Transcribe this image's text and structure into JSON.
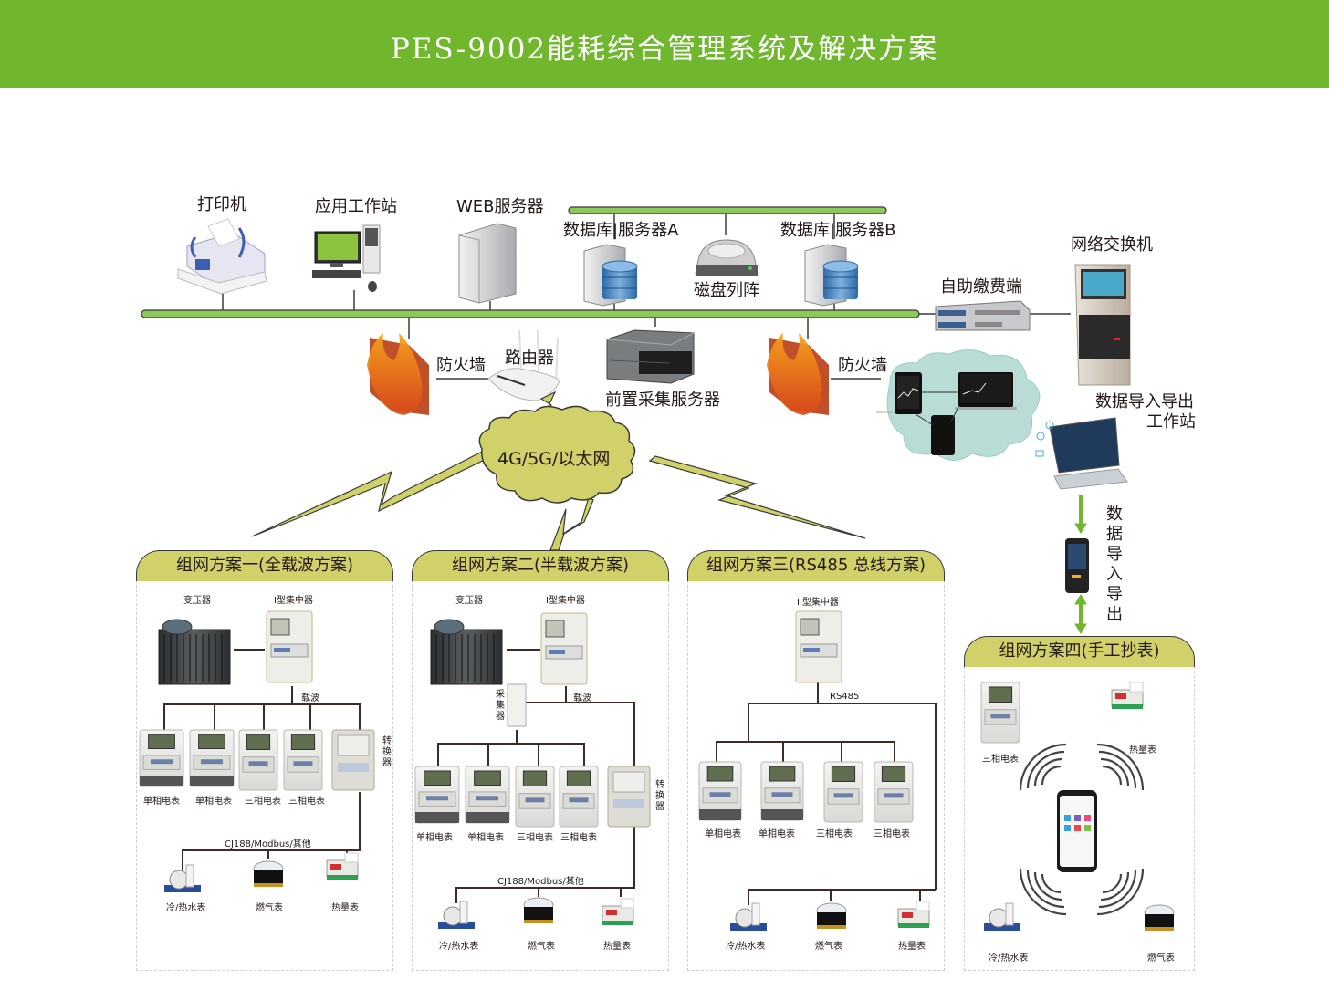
{
  "header": {
    "title": "PES-9002能耗综合管理系统及解决方案"
  },
  "colors": {
    "banner": "#70b72e",
    "bus": "#8cc85a",
    "panel_head": "#d1d16a",
    "cloud": "#d1d16a",
    "lan_cloud": "#b9ddd6"
  },
  "top_devices": {
    "printer": "打印机",
    "app_workstation": "应用工作站",
    "web_server": "WEB服务器",
    "db_server_a": "数据库|服务器A",
    "disk_array": "磁盘列阵",
    "db_server_b": "数据库|服务器B",
    "network_switch": "网络交换机",
    "self_service_terminal": "自助缴费端",
    "firewall_left": "防火墙",
    "router": "路由器",
    "front_collection_server": "前置采集服务器",
    "firewall_right": "防火墙",
    "data_io_workstation": [
      "数据导入导出",
      "工作站"
    ],
    "data_io_vertical": "数据导入导出"
  },
  "network_cloud": {
    "label": "4G/5G/以太网"
  },
  "schemes": [
    {
      "title": "组网方案一(全载波方案)",
      "transformer": "变压器",
      "concentrator": "I型集中器",
      "link_label": "载波",
      "converter": "转换器",
      "meters": [
        "单相电表",
        "单相电表",
        "三相电表",
        "三相电表"
      ],
      "bus_label": "CJ188/Modbus/其他",
      "sub_meters": [
        "冷/热水表",
        "燃气表",
        "热量表"
      ]
    },
    {
      "title": "组网方案二(半载波方案)",
      "transformer": "变压器",
      "concentrator": "I型集中器",
      "collector": "采集器",
      "link_label": "载波",
      "converter": "转换器",
      "meters": [
        "单相电表",
        "单相电表",
        "三相电表",
        "三相电表"
      ],
      "bus_label": "CJ188/Modbus/其他",
      "sub_meters": [
        "冷/热水表",
        "燃气表",
        "热量表"
      ]
    },
    {
      "title": "组网方案三(RS485 总线方案)",
      "concentrator": "II型集中器",
      "link_label": "RS485",
      "meters": [
        "单相电表",
        "单相电表",
        "三相电表",
        "三相电表"
      ],
      "sub_meters": [
        "冷/热水表",
        "燃气表",
        "热量表"
      ]
    },
    {
      "title": "组网方案四(手工抄表)",
      "devices": [
        "三相电表",
        "热量表",
        "冷/热水表",
        "燃气表"
      ]
    }
  ]
}
